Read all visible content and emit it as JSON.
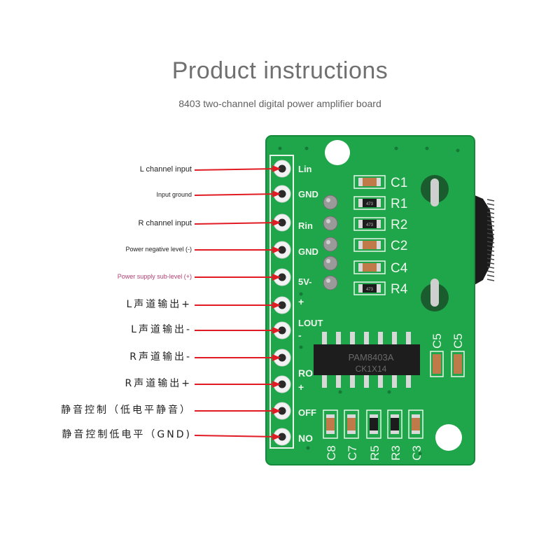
{
  "header": {
    "title": "Product instructions",
    "subtitle": "8403 two-channel digital power amplifier board"
  },
  "labels": [
    {
      "text": "L channel input",
      "style": "sm"
    },
    {
      "text": "Input ground",
      "style": "xs"
    },
    {
      "text": "R channel input",
      "style": "sm"
    },
    {
      "text": "Power negative level (-)",
      "style": "xs"
    },
    {
      "text": "Power supply sub-level (+)",
      "style": "xs pink"
    },
    {
      "text": "L声道输出+",
      "style": "cn"
    },
    {
      "text": "L声道输出-",
      "style": "cn"
    },
    {
      "text": "R声道输出-",
      "style": "cn"
    },
    {
      "text": "R声道输出+",
      "style": "cn"
    },
    {
      "text": "静音控制（低电平静音）",
      "style": "cn"
    },
    {
      "text": "静音控制低电平（GND)",
      "style": "cn"
    }
  ],
  "board": {
    "pin_labels": [
      "Lin",
      "GND",
      "Rin",
      "GND",
      "5V-",
      "+",
      "LOUT",
      "-",
      "RO",
      "+",
      "OFF",
      "NO"
    ],
    "right_components": [
      "C1",
      "R1",
      "R2",
      "C2",
      "C4",
      "R4"
    ],
    "resistor_marks": [
      "473",
      "473",
      "473"
    ],
    "chip": {
      "line1": "PAM8403A",
      "line2": "CK1X14"
    },
    "top_caps": [
      "C5",
      "C5"
    ],
    "bottom_components": [
      "C8",
      "C7",
      "R5",
      "R3",
      "C3"
    ],
    "colors": {
      "pcb": "#1fa64a",
      "accent": "#e01b24"
    }
  }
}
